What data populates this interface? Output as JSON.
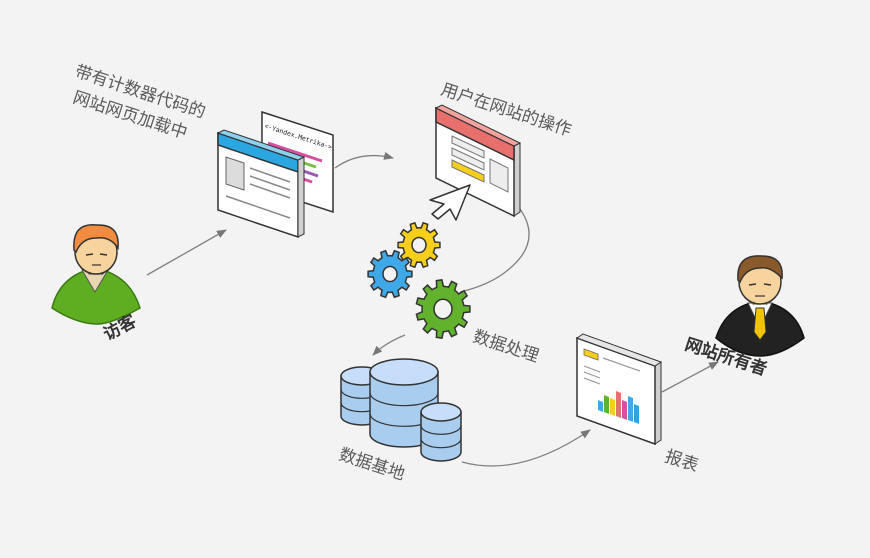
{
  "labels": {
    "visitor": "访客",
    "page_loading_line1": "带有计数器代码的",
    "page_loading_line2": "网站网页加载中",
    "user_actions": "用户在网站的操作",
    "data_processing": "数据处理",
    "database": "数据基地",
    "report": "报表",
    "site_owner": "网站所有者",
    "code_tag": "<-Yandex.Metrika->"
  },
  "colors": {
    "background": "#f3f3f3",
    "arrow": "#777777",
    "visitor_shirt": "#5fae22",
    "visitor_hair": "#f08b3f",
    "owner_suit": "#222222",
    "owner_tie": "#f2c400",
    "browser_blue_bar": "#2aa7e0",
    "browser_red_bar": "#e8706c",
    "gear_yellow": "#f5cf1b",
    "gear_blue": "#3fa9e8",
    "gear_green": "#62b22e",
    "db_blue": "#a9cdef"
  },
  "icons": [
    "visitor-icon",
    "browser-with-code-icon",
    "browser-form-icon",
    "cursor-icon",
    "gears-icon",
    "database-icon",
    "report-icon",
    "site-owner-icon"
  ]
}
